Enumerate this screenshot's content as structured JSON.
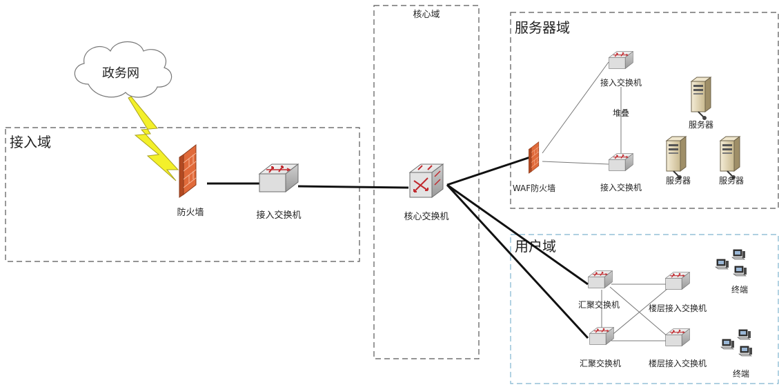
{
  "zones": {
    "access": "接入域",
    "core": "核心域",
    "server": "服务器域",
    "user": "用户域"
  },
  "cloud": {
    "label": "政务网"
  },
  "devices": {
    "firewall": "防火墙",
    "access_switch": "接入交换机",
    "core_switch": "核心交换机",
    "waf_firewall": "WAF防火墙",
    "srv_switch_top": "接入交换机",
    "srv_switch_bottom": "接入交换机",
    "stack": "堆叠",
    "server_1": "服务器",
    "server_2": "服务器",
    "server_3": "服务器",
    "agg_switch_1": "汇聚交换机",
    "agg_switch_2": "汇聚交换机",
    "floor_switch_1": "楼层接入交换机",
    "floor_switch_2": "楼层接入交换机",
    "terminal_1": "终端",
    "terminal_2": "终端"
  },
  "colors": {
    "zone_border": "#555555",
    "user_zone_border": "#7fb3cf",
    "firewall": "#e06a3a",
    "lightning": "#f3f02a",
    "switch_arrow": "#c0282d"
  },
  "icons": [
    "cloud-icon",
    "lightning-icon",
    "firewall-icon",
    "switch-icon",
    "server-icon",
    "terminal-icon"
  ]
}
